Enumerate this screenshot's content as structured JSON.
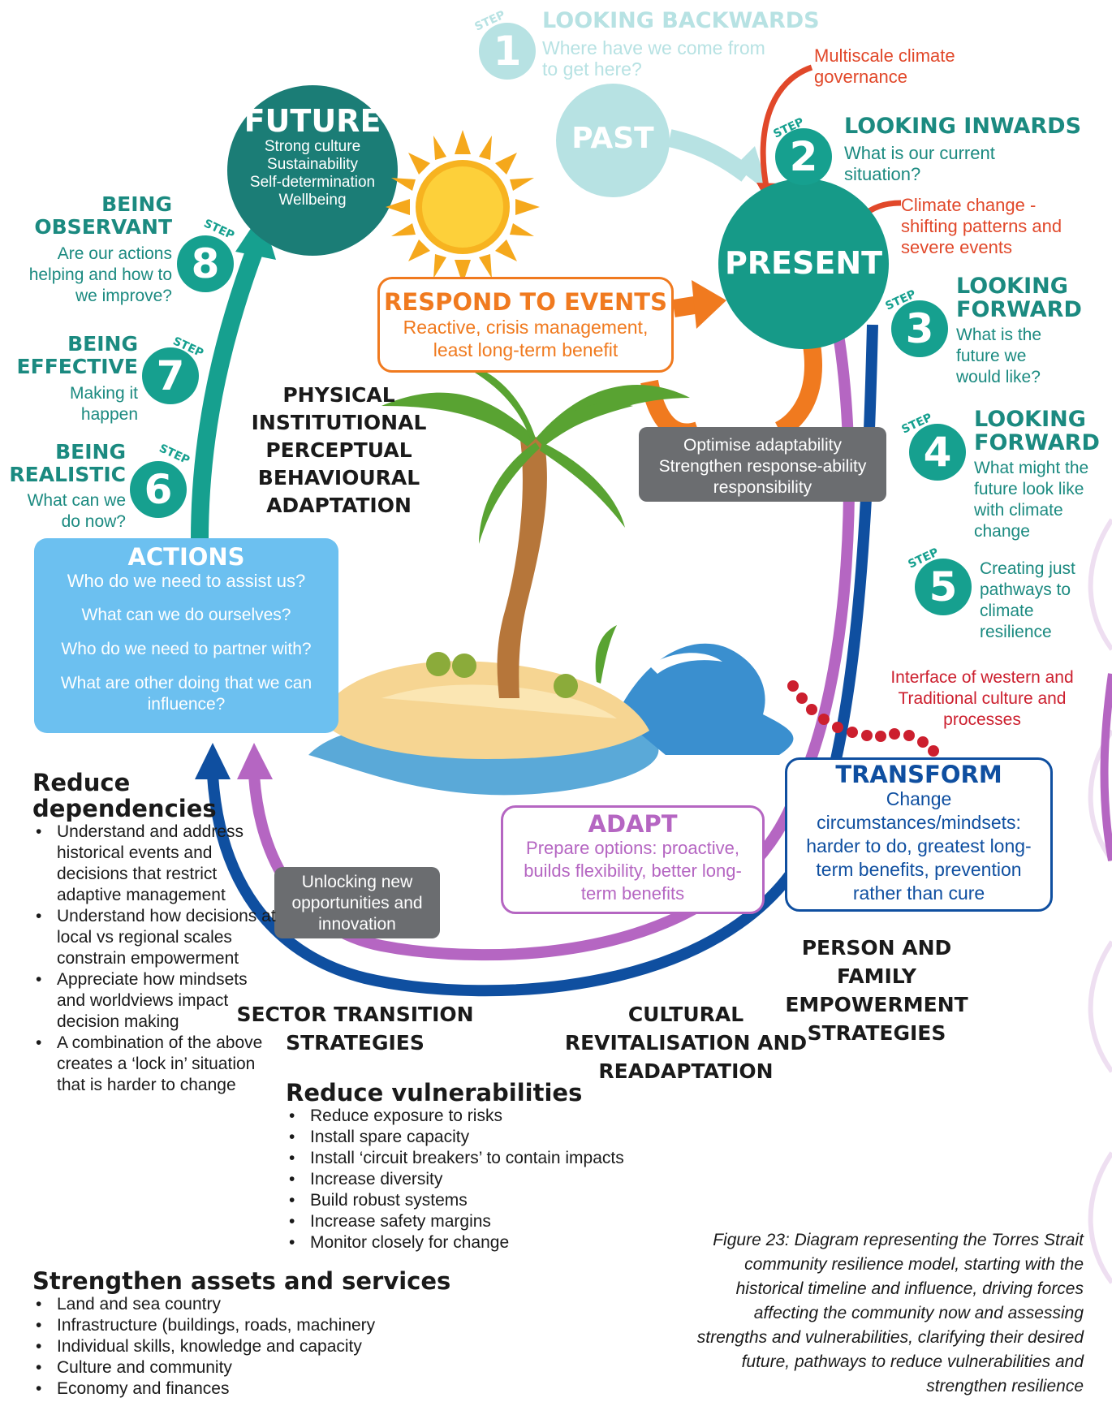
{
  "colors": {
    "teal": "#16a08f",
    "teal_dark": "#1b7d76",
    "past": "#b7e2e3",
    "red": "#e1482a",
    "orange": "#f07a1f",
    "purple": "#b566c2",
    "navy": "#0f4fa0",
    "actions_blue": "#6cc0f0",
    "grey_box": "#6b6d70"
  },
  "step_word": "STEP",
  "steps": [
    {
      "number": "1",
      "title": "LOOKING BACKWARDS",
      "text": "Where have we come from to get here?"
    },
    {
      "number": "2",
      "title": "LOOKING INWARDS",
      "text": "What is our current situation?"
    },
    {
      "number": "3",
      "title": "LOOKING FORWARD",
      "text": "What is the future we would like?"
    },
    {
      "number": "4",
      "title": "LOOKING FORWARD",
      "text": "What might the future look like with climate change"
    },
    {
      "number": "5",
      "title": "",
      "text": "Creating just pathways to climate resilience"
    },
    {
      "number": "6",
      "title": "BEING REALISTIC",
      "text": "What can we do now?"
    },
    {
      "number": "7",
      "title": "BEING EFFECTIVE",
      "text": "Making it happen"
    },
    {
      "number": "8",
      "title": "BEING OBSERVANT",
      "text": "Are our actions helping and how to we improve?"
    }
  ],
  "past": {
    "label": "PAST"
  },
  "present": {
    "label": "PRESENT"
  },
  "future": {
    "label": "FUTURE",
    "items": [
      "Strong culture",
      "Sustainability",
      "Self-determination",
      "Wellbeing"
    ]
  },
  "drivers": {
    "governance": "Multiscale climate governance",
    "climate_change": "Climate change - shifting patterns and severe events",
    "interface": "Interface of western and Traditional culture and processes"
  },
  "respond": {
    "title": "RESPOND TO EVENTS",
    "text": "Reactive, crisis management, least long-term benefit"
  },
  "optimise": {
    "text": "Optimise adaptability Strengthen response-ability responsibility"
  },
  "adaptation_types": "PHYSICAL INSTITUTIONAL PERCEPTUAL BEHAVIOURAL ADAPTATION",
  "actions": {
    "title": "ACTIONS",
    "questions": [
      "Who do we need to assist us?",
      "What can we do ourselves?",
      "Who do we need to partner with?",
      "What are other doing that we can influence?"
    ]
  },
  "unlocking": "Unlocking new opportunities and innovation",
  "adapt": {
    "title": "ADAPT",
    "text": "Prepare options: proactive, builds flexibility, better long-term benefits"
  },
  "transform": {
    "title": "TRANSFORM",
    "text": "Change circumstances/mindsets: harder to do, greatest long-term benefits, prevention rather than cure"
  },
  "strategies": {
    "person": "PERSON AND FAMILY EMPOWERMENT STRATEGIES",
    "sector": "SECTOR TRANSITION STRATEGIES",
    "cultural": "CULTURAL REVITALISATION AND READAPTATION"
  },
  "reduce_dependencies": {
    "title": "Reduce dependencies",
    "items": [
      "Understand and address historical events and decisions that restrict adaptive management",
      "Understand how decisions at local vs regional scales constrain empowerment",
      "Appreciate how mindsets and worldviews impact decision making",
      "A combination of the above creates a ‘lock in’ situation that is harder to change"
    ]
  },
  "reduce_vulnerabilities": {
    "title": "Reduce vulnerabilities",
    "items": [
      "Reduce exposure to risks",
      "Install spare capacity",
      "Install ‘circuit breakers’ to contain impacts",
      "Increase diversity",
      "Build robust systems",
      "Increase safety margins",
      "Monitor closely for change"
    ]
  },
  "strengthen_assets": {
    "title": "Strengthen assets and services",
    "items": [
      "Land and sea country",
      "Infrastructure (buildings, roads, machinery",
      "Individual skills, knowledge and capacity",
      "Culture and community",
      "Economy and finances"
    ]
  },
  "caption": "Figure 23: Diagram representing the Torres Strait community resilience model, starting with the historical timeline and influence, driving forces affecting the community now and assessing strengths and vulnerabilities, clarifying their desired future, pathways to reduce vulnerabilities and strengthen resilience"
}
